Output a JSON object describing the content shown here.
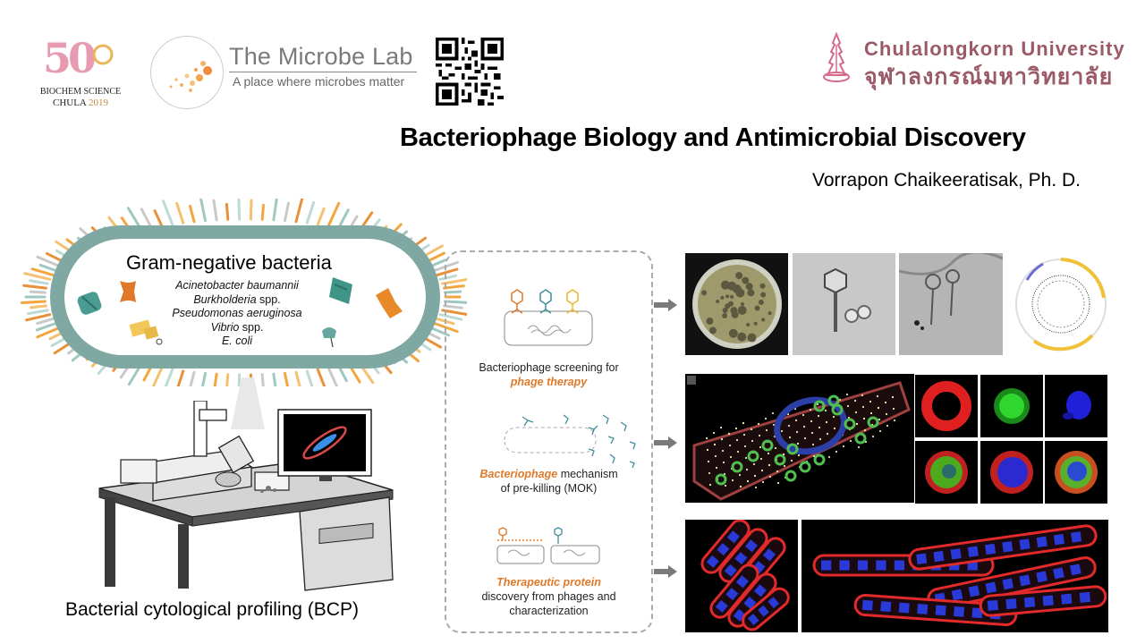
{
  "logos": {
    "anniversary": {
      "number": "50",
      "line1": "BIOCHEM SCIENCE",
      "line2_text": "CHULA",
      "line2_year": "2019"
    },
    "lab": {
      "name": "The Microbe Lab",
      "tagline": "A place where microbes matter"
    },
    "university": {
      "name_en": "Chulalongkorn University",
      "name_th": "จุฬาลงกรณ์มหาวิทยาลัย"
    }
  },
  "title": "Bacteriophage Biology and Antimicrobial Discovery",
  "author": "Vorrapon Chaikeeratisak, Ph. D.",
  "bacteria": {
    "heading": "Gram-negative bacteria",
    "species": [
      {
        "italic": "Acinetobacter baumannii",
        "rest": ""
      },
      {
        "italic": "Burkholderia",
        "rest": " spp."
      },
      {
        "italic": "Pseudomonas aeruginosa",
        "rest": ""
      },
      {
        "italic": "Vibrio",
        "rest": " spp."
      },
      {
        "italic": "E. coli",
        "rest": ""
      }
    ]
  },
  "bcp_label": "Bacterial cytological profiling (BCP)",
  "sections": [
    {
      "line1": "Bacteriophage screening for",
      "highlight": "phage therapy"
    },
    {
      "highlight": "Bacteriophage",
      "line1_rest": " mechanism",
      "line2": "of pre-killing (MOK)"
    },
    {
      "highlight": "Therapeutic protein",
      "line2": "discovery from phages and",
      "line3": "characterization"
    }
  ],
  "colors": {
    "accent_orange": "#e07a2a",
    "cell_wall": "#7fa8a2",
    "university": "#9a5a67",
    "lab_gray": "#7a7a7a"
  }
}
